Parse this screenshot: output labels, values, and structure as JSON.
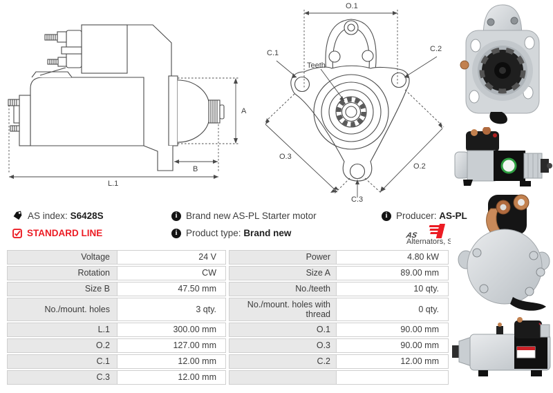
{
  "info": {
    "as_index_label": "AS index:",
    "as_index_value": "S6428S",
    "standard_line": "STANDARD LINE",
    "brand_new_text": "Brand new AS-PL Starter motor",
    "product_type_label": "Product type:",
    "product_type_value": "Brand new",
    "producer_label": "Producer:",
    "producer_value": "AS-PL",
    "info_icon_glyph": "i",
    "logo_text": "AS",
    "logo_tagline": "Alternators, Starters & Parts"
  },
  "colors": {
    "accent_red": "#ec1c24",
    "drawing_line": "#4a4a4a",
    "label_cell_bg": "#e8e8e8",
    "cell_border": "#cfcfcf"
  },
  "drawings": {
    "side_view": {
      "dim_a": "A",
      "dim_b": "B",
      "dim_l1": "L.1"
    },
    "front_view": {
      "dim_o1": "O.1",
      "dim_o2": "O.2",
      "dim_o3": "O.3",
      "dim_c1": "C.1",
      "dim_c2": "C.2",
      "dim_c3": "C.3",
      "teeth_label": "Teeth"
    }
  },
  "photos": [
    {
      "name": "starter-front-view-photo"
    },
    {
      "name": "starter-side-view-photo"
    },
    {
      "name": "starter-rear-solenoid-photo"
    },
    {
      "name": "starter-side-view-photo-2"
    }
  ],
  "spec_table": {
    "rows": [
      {
        "l_label": "Voltage",
        "l_value": "24 V",
        "r_label": "Power",
        "r_value": "4.80 kW"
      },
      {
        "l_label": "Rotation",
        "l_value": "CW",
        "r_label": "Size A",
        "r_value": "89.00 mm"
      },
      {
        "l_label": "Size B",
        "l_value": "47.50 mm",
        "r_label": "No./teeth",
        "r_value": "10 qty."
      },
      {
        "l_label": "No./mount. holes",
        "l_value": "3 qty.",
        "r_label": "No./mount. holes with thread",
        "r_value": "0 qty."
      },
      {
        "l_label": "L.1",
        "l_value": "300.00 mm",
        "r_label": "O.1",
        "r_value": "90.00 mm"
      },
      {
        "l_label": "O.2",
        "l_value": "127.00 mm",
        "r_label": "O.3",
        "r_value": "90.00 mm"
      },
      {
        "l_label": "C.1",
        "l_value": "12.00 mm",
        "r_label": "C.2",
        "r_value": "12.00 mm"
      },
      {
        "l_label": "C.3",
        "l_value": "12.00 mm",
        "r_label": "",
        "r_value": ""
      }
    ]
  }
}
